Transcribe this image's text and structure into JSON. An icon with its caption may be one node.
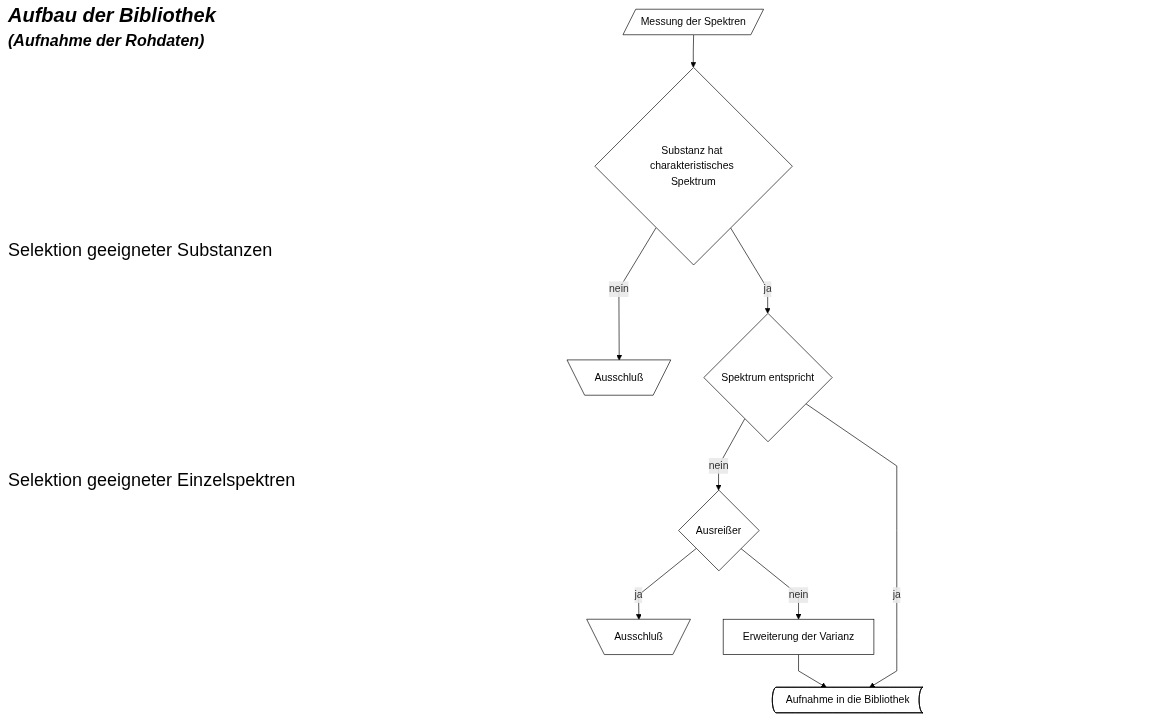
{
  "diagram": {
    "title": "Aufbau der Bibliothek",
    "nodes": [
      {
        "text": [
          "Messung der Spektren"
        ]
      },
      {
        "text": [
          "Substanz hat charakteristisches Spektrum"
        ]
      },
      {
        "text": [
          "Ausschluß"
        ]
      },
      {
        "text": [
          "Spektrum entspricht"
        ]
      },
      {
        "text": [
          "Ausreißer"
        ]
      },
      {
        "text": [
          "Ausschluß"
        ]
      },
      {
        "text": [
          "Erweiterung der Varianz"
        ]
      },
      {
        "text": [
          "Aufnahme in die Bibliothek"
        ]
      }
    ],
    "edges": [
      {
        "from": 0,
        "to": 1,
        "arrow": "to"
      },
      {
        "from": 1,
        "to": 2,
        "arrow": "to",
        "label": "nein"
      },
      {
        "from": 1,
        "to": 3,
        "arrow": "to",
        "label": "ja"
      },
      {
        "from": 3,
        "to": 4,
        "arrow": "to",
        "label": "nein"
      },
      {
        "from": 4,
        "to": 5,
        "arrow": "to",
        "label": "ja"
      },
      {
        "from": 4,
        "to": 6,
        "arrow": "to",
        "label": "nein"
      },
      {
        "from": 3,
        "to": 7,
        "arrow": "to",
        "label": "ja"
      },
      {
        "from": 6,
        "to": 7,
        "arrow": "to"
      }
    ],
    "labels": [
      "(Aufnahme der Rohdaten)",
      "Selektion geeigneter Substanzen",
      "Selektion geeigneter Einzelspektren"
    ]
  }
}
